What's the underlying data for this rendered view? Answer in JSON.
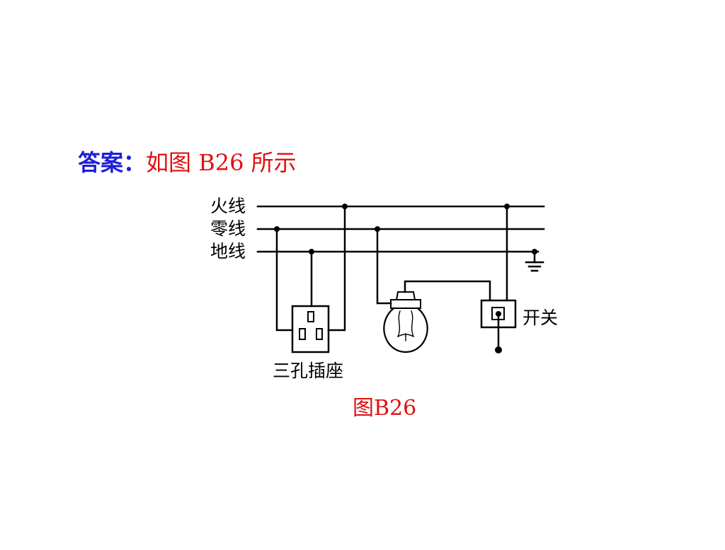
{
  "answer": {
    "lead": "答案：",
    "text": "如图 B26 所示"
  },
  "diagram": {
    "wires": {
      "live": "火线",
      "neutral": "零线",
      "ground": "地线"
    },
    "components": {
      "socket": "三孔插座",
      "switch": "开关"
    },
    "caption": "图B26"
  },
  "colors": {
    "lead": "#1f1fd6",
    "accent": "#e01010",
    "ink": "#000000"
  }
}
